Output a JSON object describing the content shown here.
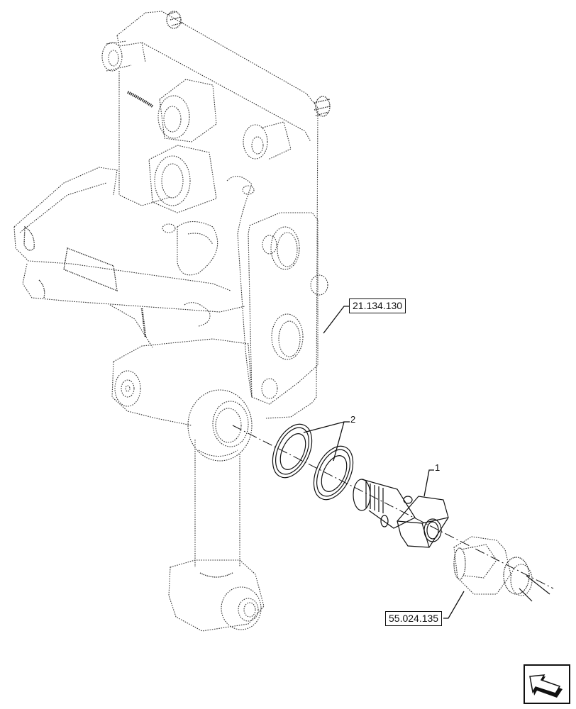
{
  "diagram": {
    "type": "exploded-parts-view",
    "callouts": [
      {
        "id": "callout-1",
        "label": "1",
        "part": "banjo bolt / hollow screw"
      },
      {
        "id": "callout-2",
        "label": "2",
        "part": "sealing washers (x2)"
      }
    ],
    "references": [
      {
        "id": "ref-main-body",
        "label": "21.134.130"
      },
      {
        "id": "ref-sensor",
        "label": "55.024.135"
      }
    ],
    "components": [
      "lift-housing-body",
      "lift-arm",
      "lift-rod",
      "sealing-washer-1",
      "sealing-washer-2",
      "banjo-bolt",
      "sensor"
    ],
    "icons": {
      "navigation": "arrow-back-icon"
    }
  }
}
